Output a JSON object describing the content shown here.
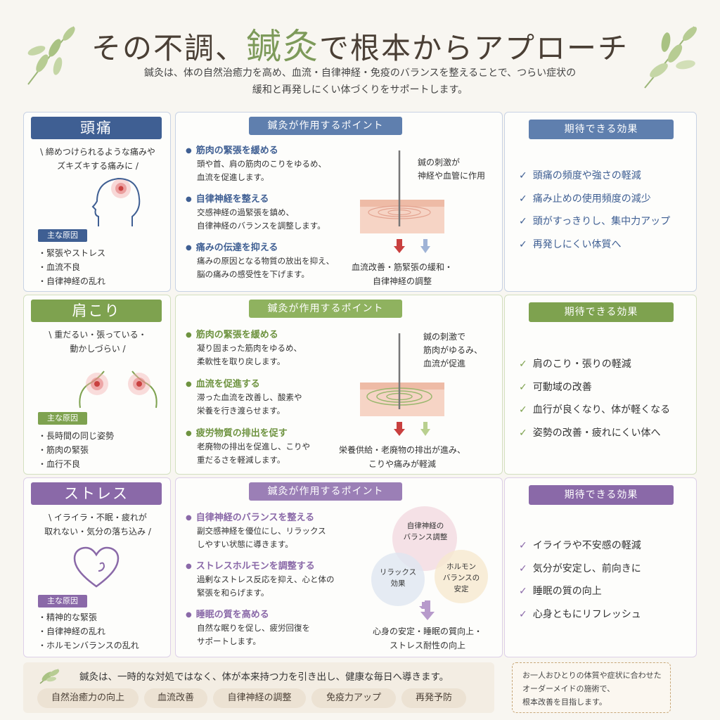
{
  "header": {
    "title_pre": "その不調、",
    "title_accent": "鍼灸",
    "title_post": "で根本からアプローチ",
    "intro_line1": "鍼灸は、体の自然治癒力を高め、血流・自律神経・免疫のバランスを整えることで、つらい症状の",
    "intro_line2": "緩和と再発しにくい体づくりをサポートします。"
  },
  "colors": {
    "headache": "#3f5f93",
    "shoulder": "#7ea24f",
    "stress": "#8a69a8"
  },
  "sections": [
    {
      "symptom": "頭痛",
      "desc1": "\\ 締めつけられるような痛みや",
      "desc2": "ズキズキする痛みに /",
      "icon": "head-pain-icon",
      "cause_label": "主な原因",
      "causes": [
        "緊張やストレス",
        "血流不良",
        "自律神経の乱れ"
      ],
      "points_title": "鍼灸が作用するポイント",
      "points": [
        {
          "h": "筋肉の緊張を緩める",
          "b1": "頭や首、肩の筋肉のこりをゆるめ、",
          "b2": "血流を促進します。"
        },
        {
          "h": "自律神経を整える",
          "b1": "交感神経の過緊張を鎮め、",
          "b2": "自律神経のバランスを調整します。"
        },
        {
          "h": "痛みの伝達を抑える",
          "b1": "痛みの原因となる物質の放出を抑え、",
          "b2": "脳の痛みの感受性を下げます。"
        }
      ],
      "note1": "鍼の刺激が",
      "note2": "神経や血管に作用",
      "note3": "",
      "caption1": "血流改善・筋緊張の緩和・",
      "caption2": "自律神経の調整",
      "effects_title": "期待できる効果",
      "effects": [
        "頭痛の頻度や強さの軽減",
        "痛み止めの使用頻度の減少",
        "頭がすっきりし、集中力アップ",
        "再発しにくい体質へ"
      ]
    },
    {
      "symptom": "肩こり",
      "desc1": "\\ 重だるい・張っている・",
      "desc2": "動かしづらい /",
      "icon": "shoulder-pain-icon",
      "cause_label": "主な原因",
      "causes": [
        "長時間の同じ姿勢",
        "筋肉の緊張",
        "血行不良"
      ],
      "points_title": "鍼灸が作用するポイント",
      "points": [
        {
          "h": "筋肉の緊張を緩める",
          "b1": "凝り固まった筋肉をゆるめ、",
          "b2": "柔軟性を取り戻します。"
        },
        {
          "h": "血流を促進する",
          "b1": "滞った血流を改善し、酸素や",
          "b2": "栄養を行き渡らせます。"
        },
        {
          "h": "疲労物質の排出を促す",
          "b1": "老廃物の排出を促進し、こりや",
          "b2": "重だるさを軽減します。"
        }
      ],
      "note1": "鍼の刺激で",
      "note2": "筋肉がゆるみ、",
      "note3": "血流が促進",
      "caption1": "栄養供給・老廃物の排出が進み、",
      "caption2": "こりや痛みが軽減",
      "effects_title": "期待できる効果",
      "effects": [
        "肩のこり・張りの軽減",
        "可動域の改善",
        "血行が良くなり、体が軽くなる",
        "姿勢の改善・疲れにくい体へ"
      ]
    },
    {
      "symptom": "ストレス",
      "desc1": "\\ イライラ・不眠・疲れが",
      "desc2": "取れない・気分の落ち込み /",
      "icon": "heart-icon",
      "cause_label": "主な原因",
      "causes": [
        "精神的な緊張",
        "自律神経の乱れ",
        "ホルモンバランスの乱れ"
      ],
      "points_title": "鍼灸が作用するポイント",
      "points": [
        {
          "h": "自律神経のバランスを整える",
          "b1": "副交感神経を優位にし、リラックス",
          "b2": "しやすい状態に導きます。"
        },
        {
          "h": "ストレスホルモンを調整する",
          "b1": "過剰なストレス反応を抑え、心と体の",
          "b2": "緊張を和らげます。"
        },
        {
          "h": "睡眠の質を高める",
          "b1": "自然な眠りを促し、疲労回復を",
          "b2": "サポートします。"
        }
      ],
      "circles": {
        "top": [
          "自律神経の",
          "バランス調整"
        ],
        "left": [
          "リラックス",
          "効果"
        ],
        "right": [
          "ホルモン",
          "バランスの",
          "安定"
        ]
      },
      "caption1": "心身の安定・睡眠の質向上・",
      "caption2": "ストレス耐性の向上",
      "effects_title": "期待できる効果",
      "effects": [
        "イライラや不安感の軽減",
        "気分が安定し、前向きに",
        "睡眠の質の向上",
        "心身ともにリフレッシュ"
      ]
    }
  ],
  "footer": {
    "message": "鍼灸は、一時的な対処ではなく、体が本来持つ力を引き出し、健康な毎日へ導きます。",
    "tags": [
      "自然治癒力の向上",
      "血流改善",
      "自律神経の調整",
      "免疫力アップ",
      "再発予防"
    ],
    "side1": "お一人おひとりの体質や症状に合わせた",
    "side2": "オーダーメイドの施術で、",
    "side3": "根本改善を目指します。"
  }
}
